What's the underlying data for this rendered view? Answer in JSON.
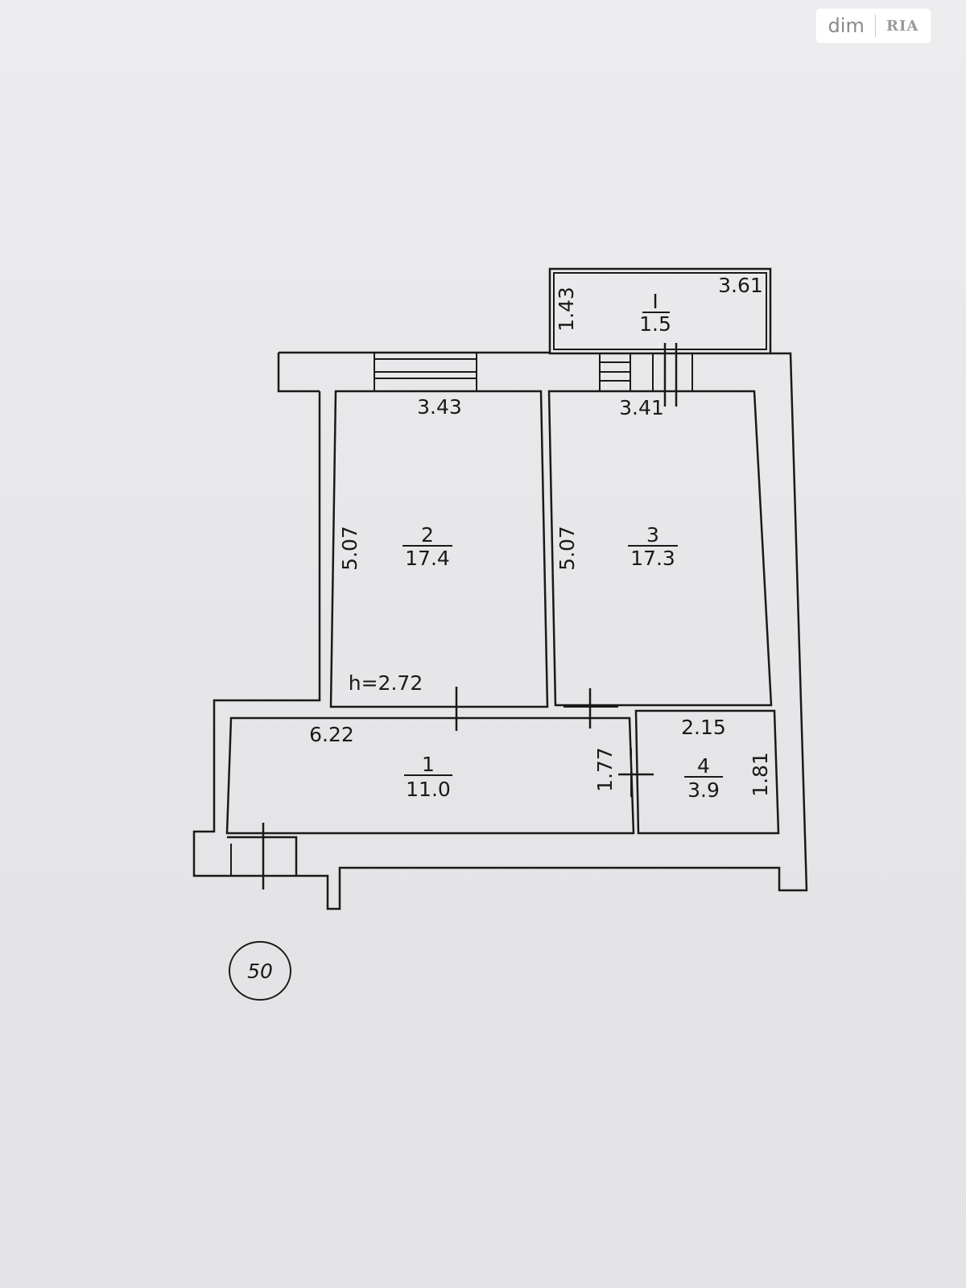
{
  "watermark": {
    "brand": "dim",
    "logo_text": "RIA"
  },
  "plan_number": "50",
  "ceiling_height": "h=2.72",
  "rooms": [
    {
      "number": "I",
      "area": "1.5"
    },
    {
      "number": "2",
      "area": "17.4"
    },
    {
      "number": "3",
      "area": "17.3"
    },
    {
      "number": "1",
      "area": "11.0"
    },
    {
      "number": "4",
      "area": "3.9"
    }
  ],
  "dimensions": {
    "balcony_width": "3.61",
    "balcony_depth": "1.43",
    "room2_width": "3.43",
    "room2_length": "5.07",
    "room3_width": "3.41",
    "room3_length": "5.07",
    "hall_length": "6.22",
    "hall_width": "1.77",
    "bath_width": "2.15",
    "bath_length": "1.81"
  }
}
